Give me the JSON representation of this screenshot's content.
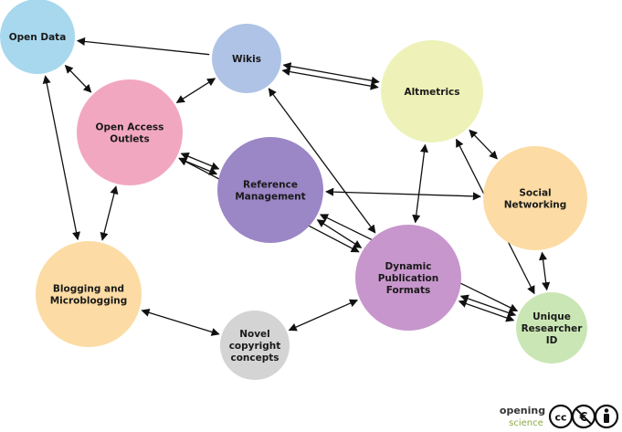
{
  "nodes": [
    {
      "id": "open-data",
      "lines": [
        "Open Data"
      ],
      "color": "#a8d8ee"
    },
    {
      "id": "wikis",
      "lines": [
        "Wikis"
      ],
      "color": "#aec3e6"
    },
    {
      "id": "altmetrics",
      "lines": [
        "Altmetrics"
      ],
      "color": "#eef2b8"
    },
    {
      "id": "open-access",
      "lines": [
        "Open Access",
        "Outlets"
      ],
      "color": "#f2a7c0"
    },
    {
      "id": "reference-management",
      "lines": [
        "Reference",
        "Management"
      ],
      "color": "#9b86c6"
    },
    {
      "id": "social-networking",
      "lines": [
        "Social",
        "Networking"
      ],
      "color": "#fcdca4"
    },
    {
      "id": "blogging",
      "lines": [
        "Blogging and",
        "Microblogging"
      ],
      "color": "#fcdca4"
    },
    {
      "id": "dynamic-publication",
      "lines": [
        "Dynamic",
        "Publication",
        "Formats"
      ],
      "color": "#c796cc"
    },
    {
      "id": "novel-copyright",
      "lines": [
        "Novel",
        "copyright",
        "concepts"
      ],
      "color": "#d4d4d4"
    },
    {
      "id": "unique-researcher",
      "lines": [
        "Unique",
        "Researcher",
        "ID"
      ],
      "color": "#c9e6b4"
    }
  ],
  "edges": [
    {
      "from": "wikis",
      "to": "open-data",
      "dir": "one"
    },
    {
      "from": "open-data",
      "to": "open-access",
      "dir": "both"
    },
    {
      "from": "open-data",
      "to": "blogging",
      "dir": "both"
    },
    {
      "from": "wikis",
      "to": "open-access",
      "dir": "both"
    },
    {
      "from": "wikis",
      "to": "altmetrics",
      "dir": "both"
    },
    {
      "from": "wikis",
      "to": "altmetrics",
      "dir": "both",
      "offset": 1
    },
    {
      "from": "wikis",
      "to": "dynamic-publication",
      "dir": "both"
    },
    {
      "from": "open-access",
      "to": "reference-management",
      "dir": "both"
    },
    {
      "from": "open-access",
      "to": "reference-management",
      "dir": "both",
      "offset": 1
    },
    {
      "from": "open-access",
      "to": "blogging",
      "dir": "both"
    },
    {
      "from": "open-access",
      "to": "dynamic-publication",
      "dir": "both"
    },
    {
      "from": "altmetrics",
      "to": "social-networking",
      "dir": "both"
    },
    {
      "from": "altmetrics",
      "to": "dynamic-publication",
      "dir": "both"
    },
    {
      "from": "altmetrics",
      "to": "unique-researcher",
      "dir": "both"
    },
    {
      "from": "reference-management",
      "to": "social-networking",
      "dir": "both"
    },
    {
      "from": "reference-management",
      "to": "dynamic-publication",
      "dir": "both"
    },
    {
      "from": "reference-management",
      "to": "unique-researcher",
      "dir": "both"
    },
    {
      "from": "social-networking",
      "to": "unique-researcher",
      "dir": "both"
    },
    {
      "from": "dynamic-publication",
      "to": "unique-researcher",
      "dir": "both"
    },
    {
      "from": "dynamic-publication",
      "to": "unique-researcher",
      "dir": "both",
      "offset": 1
    },
    {
      "from": "blogging",
      "to": "novel-copyright",
      "dir": "both"
    },
    {
      "from": "novel-copyright",
      "to": "dynamic-publication",
      "dir": "both"
    }
  ],
  "logo": {
    "line1": "opening",
    "line2": "science",
    "cc": "cc"
  }
}
